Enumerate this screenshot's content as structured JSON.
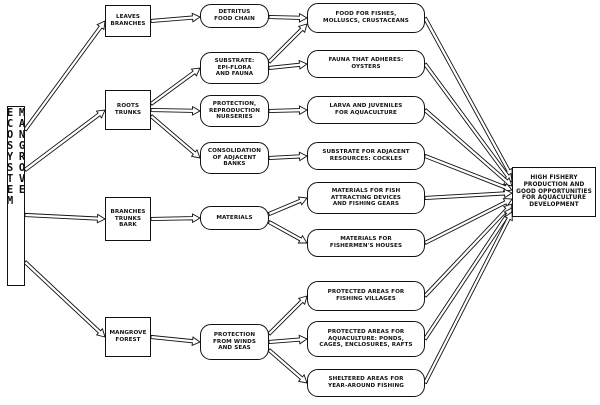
{
  "title": "MANGROVE ECOSYSTEM",
  "parts": {
    "leaves": "LEAVES\nBRANCHES",
    "roots": "ROOTS\nTRUNKS",
    "branches": "BRANCHES\nTRUNKS\nBARK",
    "forest": "MANGROVE\nFOREST"
  },
  "functions": {
    "detritus": "DETRITUS\nFOOD CHAIN",
    "substrate": "SUBSTRATE:\nEPI-FLORA\nAND FAUNA",
    "protection": "PROTECTION,\nREPRODUCTION\nNURSERIES",
    "consolidation": "CONSOLIDATION\nOF ADJACENT\nBANKS",
    "materials": "MATERIALS",
    "winds": "PROTECTION\nFROM WINDS\nAND SEAS"
  },
  "outcomes": {
    "food": "FOOD FOR FISHES,\nMOLLUSCS, CRUSTACEANS",
    "fauna": "FAUNA THAT ADHERES:\nOYSTERS",
    "larva": "LARVA AND JUVENILES\nFOR AQUACULTURE",
    "cockles": "SUBSTRATE FOR ADJACENT\nRESOURCES: COCKLES",
    "fad": "MATERIALS FOR FISH\nATTRACTING DEVICES\nAND FISHING GEARS",
    "houses": "MATERIALS FOR\nFISHERMEN'S HOUSES",
    "villages": "PROTECTED AREAS FOR\nFISHING VILLAGES",
    "ponds": "PROTECTED AREAS FOR\nAQUACULTURE: PONDS,\nCAGES, ENCLOSURES, RAFTS",
    "sheltered": "SHELTERED AREAS FOR\nYEAR-AROUND FISHING"
  },
  "result": "HIGH FISHERY\nPRODUCTION AND\nGOOD OPPORTUNITIES\nFOR AQUACULTURE\nDEVELOPMENT"
}
